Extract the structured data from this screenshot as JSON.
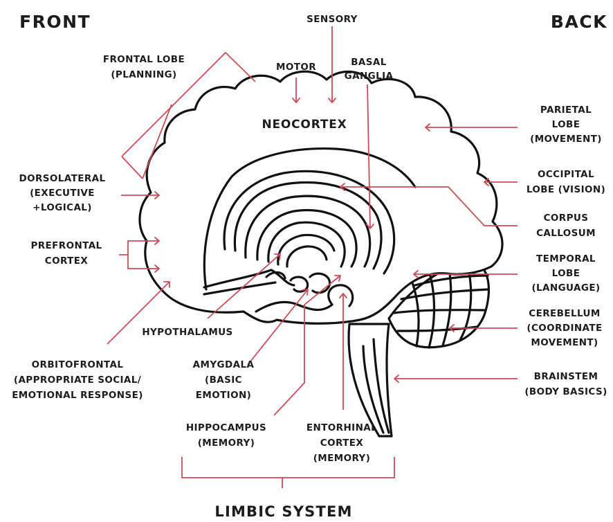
{
  "orientation": {
    "front": "FRONT",
    "back": "BACK"
  },
  "colors": {
    "pointer": "#d04a55",
    "outline": "#111111",
    "text": "#1c1c1c"
  },
  "labels": {
    "sensory": "SENSORY",
    "motor": "MOTOR",
    "basal_ganglia": [
      "BASAL",
      "GANGLIA"
    ],
    "frontal_lobe": [
      "FRONTAL LOBE",
      "(PLANNING)"
    ],
    "neocortex": "NEOCORTEX",
    "parietal_lobe": [
      "PARIETAL",
      "LOBE",
      "(MOVEMENT)"
    ],
    "dorsolateral": [
      "DORSOLATERAL",
      "(EXECUTIVE",
      "+LOGICAL)"
    ],
    "occipital_lobe": [
      "OCCIPITAL",
      "LOBE (VISION)"
    ],
    "corpus_callosum": [
      "CORPUS",
      "CALLOSUM"
    ],
    "prefrontal_cortex": [
      "PREFRONTAL",
      "CORTEX"
    ],
    "temporal_lobe": [
      "TEMPORAL",
      "LOBE",
      "(LANGUAGE)"
    ],
    "cerebellum": [
      "CEREBELLUM",
      "(COORDINATE",
      "MOVEMENT)"
    ],
    "hypothalamus": "HYPOTHALAMUS",
    "orbitofrontal": [
      "ORBITOFRONTAL",
      "(APPROPRIATE SOCIAL/",
      "EMOTIONAL RESPONSE)"
    ],
    "amygdala": [
      "AMYGDALA",
      "(BASIC",
      "EMOTION)"
    ],
    "brainstem": [
      "BRAINSTEM",
      "(BODY BASICS)"
    ],
    "hippocampus": [
      "HIPPOCAMPUS",
      "(MEMORY)"
    ],
    "entorhinal_cortex": [
      "ENTORHINAL",
      "CORTEX",
      "(MEMORY)"
    ],
    "limbic_system": "LIMBIC SYSTEM"
  }
}
